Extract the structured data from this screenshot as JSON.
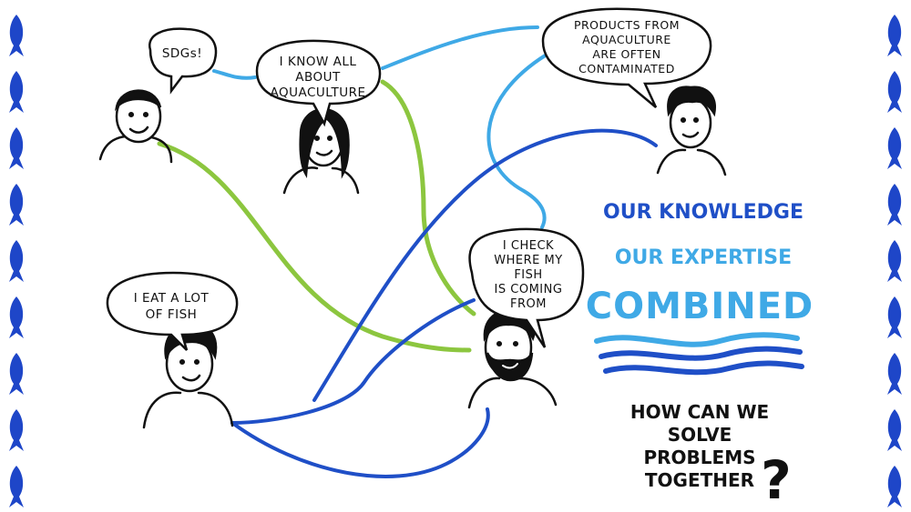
{
  "bubbles": {
    "sdgs": [
      "SDGs!"
    ],
    "know": [
      "I KNOW ALL",
      "ABOUT",
      "AQUACULTURE"
    ],
    "products": [
      "PRODUCTS FROM",
      "AQUACULTURE",
      "ARE OFTEN",
      "CONTAMINATED"
    ],
    "eat": [
      "I EAT A LOT",
      "OF FISH"
    ],
    "check": [
      "I CHECK",
      "WHERE MY",
      "FISH",
      "IS COMING",
      "FROM"
    ]
  },
  "headline": {
    "line1": "OUR KNOWLEDGE",
    "line2": "OUR EXPERTISE",
    "line3": "COMBINED"
  },
  "question": {
    "lines": [
      "HOW CAN WE",
      "SOLVE",
      "PROBLEMS",
      "TOGETHER"
    ],
    "mark": "?"
  },
  "colors": {
    "green": "#8cc63f",
    "light_blue": "#3fa9e6",
    "dark_blue": "#1f4fc7",
    "fish": "#1e46c8",
    "ink": "#111111"
  },
  "icons": {
    "border": "fish-icon"
  }
}
